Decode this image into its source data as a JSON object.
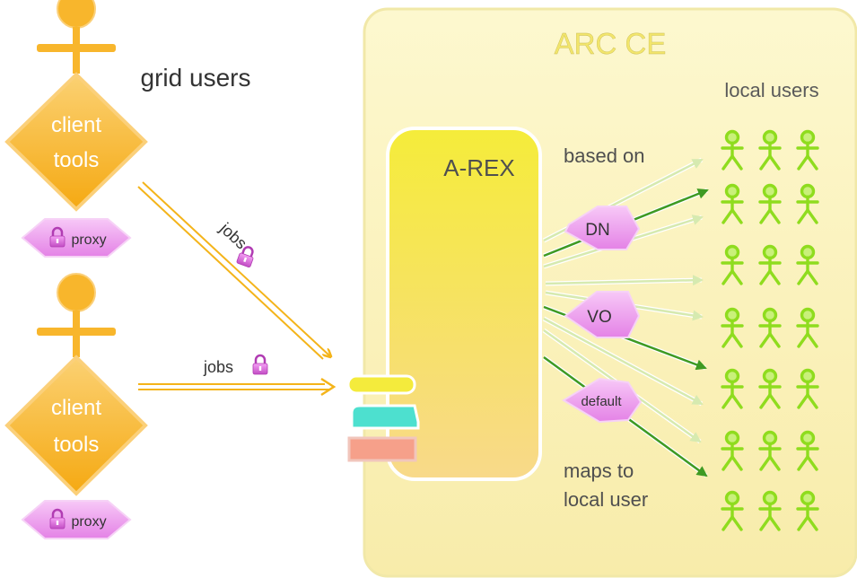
{
  "ce": {
    "title": "ARC CE",
    "local_users_label": "local users"
  },
  "arex": {
    "label": "A-REX"
  },
  "grid_users_label": "grid users",
  "clients": [
    {
      "tools_line1": "client",
      "tools_line2": "tools",
      "proxy_label": "proxy"
    },
    {
      "tools_line1": "client",
      "tools_line2": "tools",
      "proxy_label": "proxy"
    }
  ],
  "jobs_arrows": [
    {
      "label": "jobs"
    },
    {
      "label": "jobs"
    }
  ],
  "mapping": {
    "based_on_label": "based on",
    "maps_to_line1": "maps to",
    "maps_to_line2": "local user",
    "criteria": [
      "DN",
      "VO",
      "default"
    ]
  },
  "icons": [
    "person-icon",
    "lock-icon",
    "local-user-icon"
  ],
  "colors": {
    "ce_fill": "#fbf4bc",
    "arex_fill": "#f7ea5c",
    "client_fill": "#f7b731",
    "proxy_fill": "#ef9ff0",
    "arrow_orange": "#f4b41a",
    "arrow_green": "#3e9a22",
    "local_user": "#9be12a",
    "text_gray": "#5a5a5a"
  }
}
